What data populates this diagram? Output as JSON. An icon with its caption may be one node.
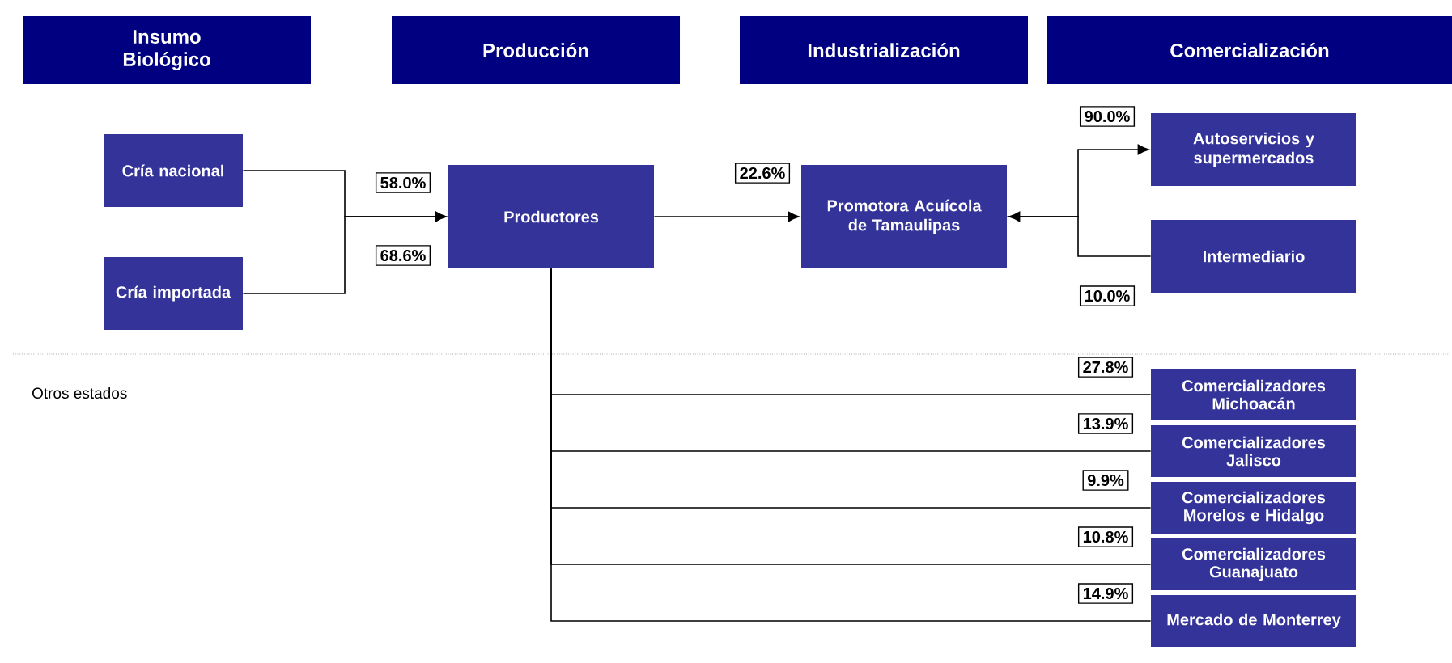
{
  "diagram": {
    "nodes": [
      {
        "text": [
          "Insumo Biológico"
        ]
      },
      {
        "text": [
          "Producción"
        ]
      },
      {
        "text": [
          "Industrialización"
        ]
      },
      {
        "text": [
          "Comercialización"
        ]
      },
      {
        "text": [
          "Cría nacional"
        ]
      },
      {
        "text": [
          "Cría importada"
        ]
      },
      {
        "text": [
          "Productores"
        ]
      },
      {
        "text": [
          "Promotora Acuícola de Tamaulipas"
        ]
      },
      {
        "text": [
          "Autoservicios y supermercados"
        ]
      },
      {
        "text": [
          "Intermediario"
        ]
      },
      {
        "text": [
          "Comercializadores Michoacán"
        ]
      },
      {
        "text": [
          "Comercializadores Jalisco"
        ]
      },
      {
        "text": [
          "Comercializadores Morelos e Hidalgo"
        ]
      },
      {
        "text": [
          "Comercializadores Guanajuato"
        ]
      },
      {
        "text": [
          "Mercado de Monterrey"
        ]
      }
    ],
    "edges": [
      {
        "from": 4,
        "to": 6,
        "arrow": "to",
        "label": "58.0%"
      },
      {
        "from": 5,
        "to": 6,
        "arrow": "to",
        "label": "68.6%"
      },
      {
        "from": 6,
        "to": 7,
        "arrow": "to",
        "label": "22.6%"
      },
      {
        "from": 7,
        "to": 8,
        "arrow": "to",
        "label": "90.0%"
      },
      {
        "from": 9,
        "to": 7,
        "arrow": "to",
        "label": "10.0%"
      },
      {
        "from": 6,
        "to": 10,
        "arrow": "none",
        "label": "27.8%"
      },
      {
        "from": 6,
        "to": 11,
        "arrow": "none",
        "label": "13.9%"
      },
      {
        "from": 6,
        "to": 12,
        "arrow": "none",
        "label": "9.9%"
      },
      {
        "from": 6,
        "to": 13,
        "arrow": "none",
        "label": "10.8%"
      },
      {
        "from": 6,
        "to": 14,
        "arrow": "none",
        "label": "14.9%"
      }
    ],
    "labels": [
      "Otros estados"
    ]
  }
}
